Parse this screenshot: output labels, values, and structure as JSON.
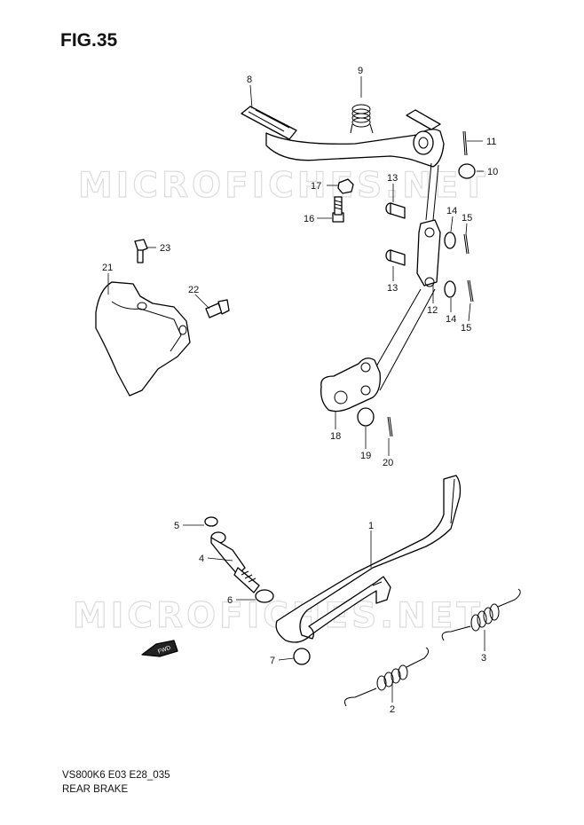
{
  "figure": {
    "title": "FIG.35",
    "code": "VS800K6 E03 E28_035",
    "name": "REAR BRAKE",
    "fwd_label": "FWD",
    "watermark": "MICROFICHES.NET"
  },
  "callouts": {
    "c1": "1",
    "c2": "2",
    "c3": "3",
    "c4": "4",
    "c5": "5",
    "c6": "6",
    "c7": "7",
    "c8": "8",
    "c9": "9",
    "c10": "10",
    "c11": "11",
    "c12": "12",
    "c13a": "13",
    "c13b": "13",
    "c14a": "14",
    "c14b": "14",
    "c15a": "15",
    "c15b": "15",
    "c16": "16",
    "c17": "17",
    "c18": "18",
    "c19": "19",
    "c20": "20",
    "c21": "21",
    "c22": "22",
    "c23": "23"
  }
}
